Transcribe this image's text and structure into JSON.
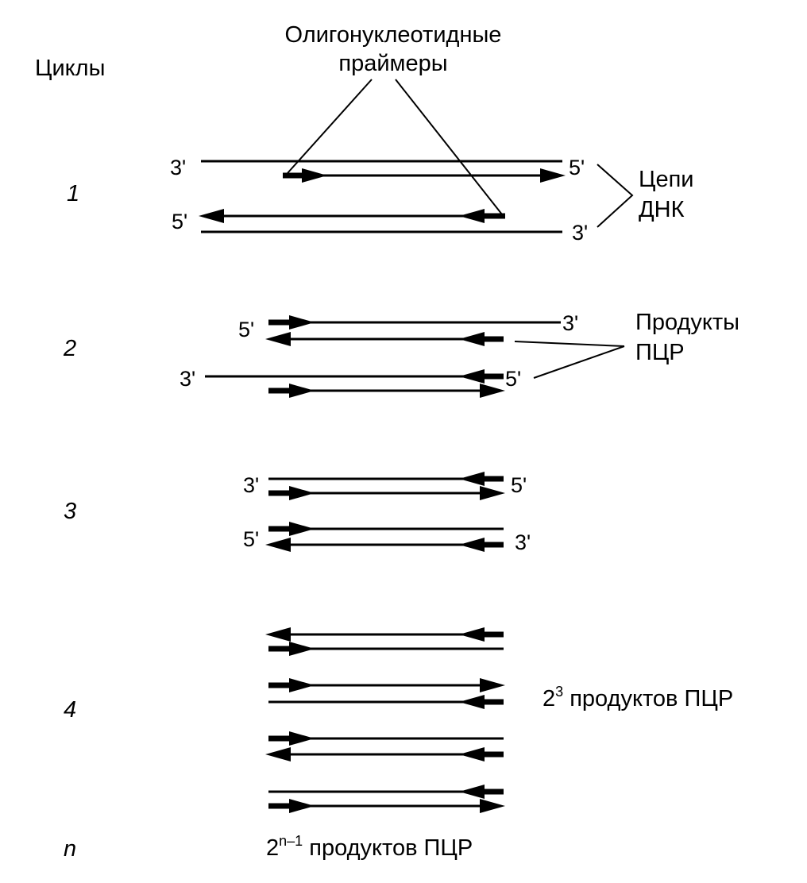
{
  "headers": {
    "cycles": "Циклы",
    "primers_line1": "Олигонуклеотидные",
    "primers_line2": "праймеры"
  },
  "cycles": [
    "1",
    "2",
    "3",
    "4",
    "n"
  ],
  "labels": {
    "dna_chains_line1": "Цепи",
    "dna_chains_line2": "ДНК",
    "pcr_products_line1": "Продукты",
    "pcr_products_line2": "ПЦР",
    "products_23_base": "2",
    "products_23_exp": "3",
    "products_23_text": " продуктов ПЦР",
    "products_2n_base": "2",
    "products_2n_exp": "n–1",
    "products_2n_text": " продуктов ПЦР"
  },
  "ends": {
    "three": "3'",
    "five": "5'"
  }
}
